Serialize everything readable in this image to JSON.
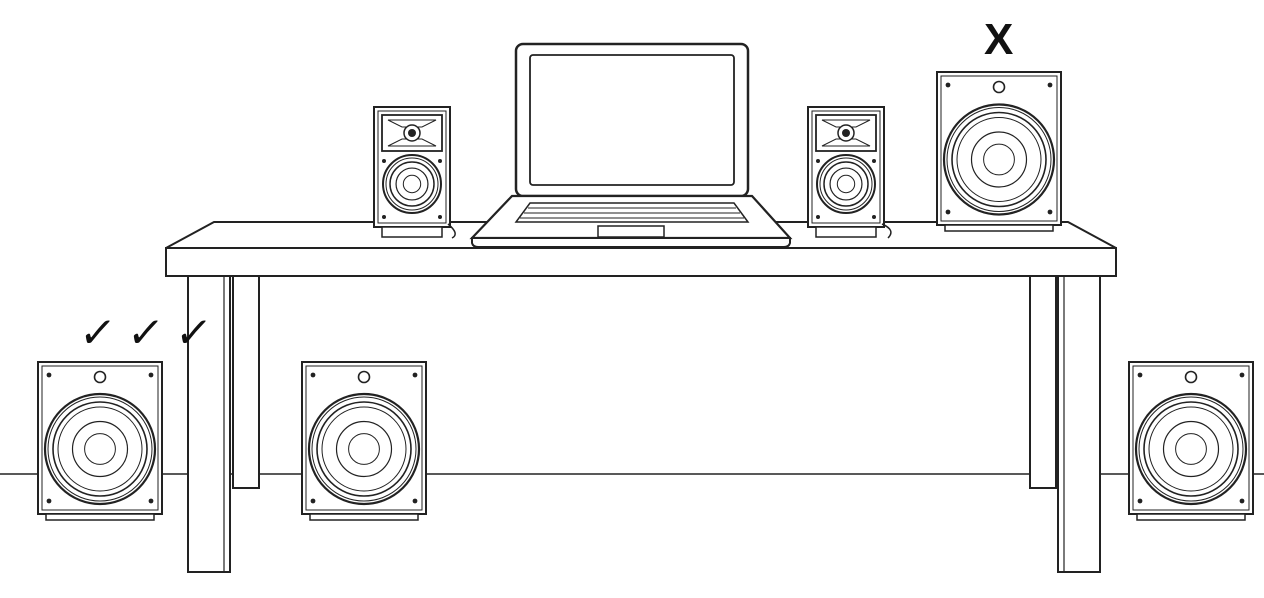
{
  "marks": {
    "check_1": "✓",
    "check_2": "✓",
    "check_3": "✓",
    "x_mark": "X"
  },
  "colors": {
    "stroke": "#222222",
    "fill": "#ffffff",
    "shade": "#eeeeee"
  },
  "items": {
    "ok_positions": [
      "floor-left-corner",
      "floor-under-desk",
      "floor-right"
    ],
    "bad_position": "on-desk-right"
  }
}
